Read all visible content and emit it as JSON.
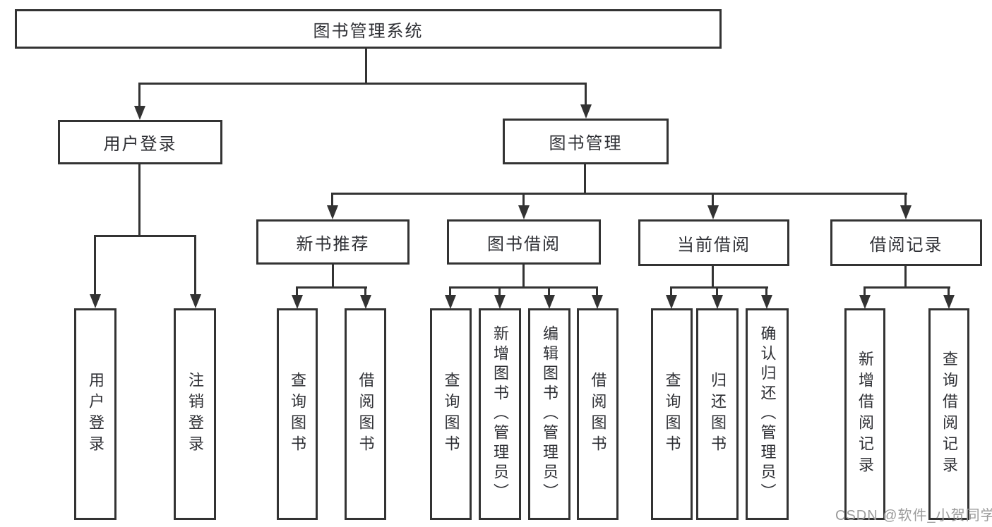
{
  "diagram": {
    "title": "图书管理系统",
    "nodes": {
      "root": "图书管理系统",
      "user_login": "用户登录",
      "book_mgmt": "图书管理",
      "new_book_rec": "新书推荐",
      "book_borrow": "图书借阅",
      "current_borrow": "当前借阅",
      "borrow_records": "借阅记录",
      "leaf_user_login": "用户登录",
      "leaf_logout": "注销登录",
      "leaf_query_book_1": "查询图书",
      "leaf_borrow_book_1": "借阅图书",
      "leaf_query_book_2": "查询图书",
      "leaf_add_book": "新增图书（管理员）",
      "leaf_edit_book": "编辑图书（管理员）",
      "leaf_borrow_book_2": "借阅图书",
      "leaf_query_book_3": "查询图书",
      "leaf_return_book": "归还图书",
      "leaf_confirm_return": "确认归还（管理员）",
      "leaf_add_borrow_record": "新增借阅记录",
      "leaf_query_borrow_record": "查询借阅记录"
    },
    "hierarchy": {
      "图书管理系统": [
        "用户登录",
        "图书管理"
      ],
      "用户登录": [
        "用户登录",
        "注销登录"
      ],
      "图书管理": [
        "新书推荐",
        "图书借阅",
        "当前借阅",
        "借阅记录"
      ],
      "新书推荐": [
        "查询图书",
        "借阅图书"
      ],
      "图书借阅": [
        "查询图书",
        "新增图书（管理员）",
        "编辑图书（管理员）",
        "借阅图书"
      ],
      "当前借阅": [
        "查询图书",
        "归还图书",
        "确认归还（管理员）"
      ],
      "借阅记录": [
        "新增借阅记录",
        "查询借阅记录"
      ]
    },
    "colors": {
      "line": "#333333",
      "text": "#2f3035",
      "background": "#ffffff",
      "watermark_text": "#9b9b9b"
    }
  },
  "watermark": "CSDN @软件_小贺同学"
}
